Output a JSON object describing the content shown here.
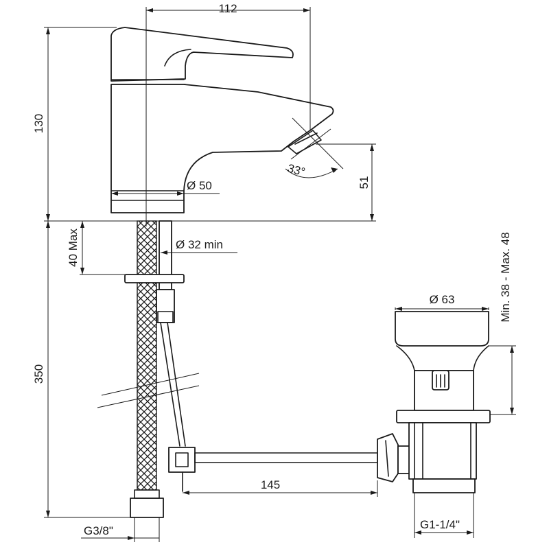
{
  "dimensions": {
    "top_width": "112",
    "height_faucet": "130",
    "base_diameter": "Ø 50",
    "spout_height": "51",
    "spout_angle": "33°",
    "hole_diameter": "Ø 32 min",
    "max_thickness": "40 Max",
    "hose_length": "350",
    "drain_diameter": "Ø 63",
    "drain_range": "Min. 38 - Max. 48",
    "rod_length": "145",
    "hose_thread": "G3/8\"",
    "drain_thread": "G1-1/4\""
  }
}
